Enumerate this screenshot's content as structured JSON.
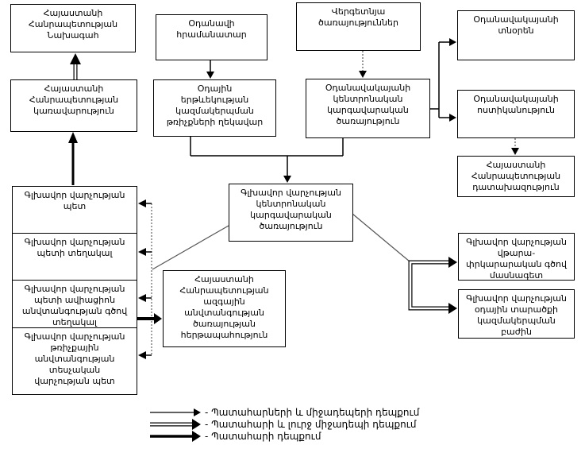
{
  "diagram": {
    "colors": {
      "line": "#000000",
      "dotted_line": "#555555",
      "background": "#ffffff"
    },
    "nodes": {
      "president": {
        "text": "Հայաստանի\nՀանրապետության\nՆախագահ"
      },
      "government": {
        "text": "Հայաստանի\nՀանրապետության\nկառավարություն"
      },
      "commander": {
        "text": "Օդանավի\nհրամանատար"
      },
      "flight_director": {
        "text": "Օդային\nերթևեկության\nկազմակերպման\nթռիչքների ղեկավար"
      },
      "ground_services": {
        "text": "Վերգետնյա\nծառայություններ"
      },
      "airport_dispatch": {
        "text": "Օդանավակայանի\nկենտրոնական\nկարգավարական\nծառայություն"
      },
      "airport_director": {
        "text": "Օդանավակայանի\nտնօրեն"
      },
      "airport_police": {
        "text": "Օդանավակայանի\nոստիկանություն"
      },
      "prosecutor": {
        "text": "Հայաստանի\nՀանրապետության\nդատախազություն"
      },
      "hq_dispatch": {
        "text": "Գլխավոր վարչության\nկենտրոնական\nկարգավարական\nծառայություն"
      },
      "nss_duty": {
        "text": "Հայաստանի\nՀանրապետության\nազգային\nանվտանգության\nծառայության\nհերթապահություն"
      },
      "hq_chief": {
        "text": "Գլխավոր վարչության\nպետ"
      },
      "hq_deputy": {
        "text": "Գլխավոր վարչության\nպետի տեղակալ"
      },
      "hq_aviation_deputy": {
        "text": "Գլխավոր վարչության\nպետի ավիացիոն\nանվտանգության գծով\nտեղակալ"
      },
      "hq_flight_safety": {
        "text": "Գլխավոր վարչության\nթռիչքային\nանվտանգության\nտեսչական\nվարչության պետ"
      },
      "hq_rescue": {
        "text": "Գլխավոր վարչության\nվթարա-\nփրկարարական գծով\nմասնագետ"
      },
      "hq_airspace": {
        "text": "Գլխավոր վարչության\nօդային տարածքի\nկազմակերպման\nբաժին"
      }
    },
    "legend": {
      "items": [
        {
          "type": "thin",
          "label": "- Պատահարների և միջադեպերի դեպքում"
        },
        {
          "type": "double",
          "label": "- Պատահարի և լուրջ միջադեպի դեպքում"
        },
        {
          "type": "thick",
          "label": "- Պատահարի դեպքում"
        }
      ]
    }
  }
}
